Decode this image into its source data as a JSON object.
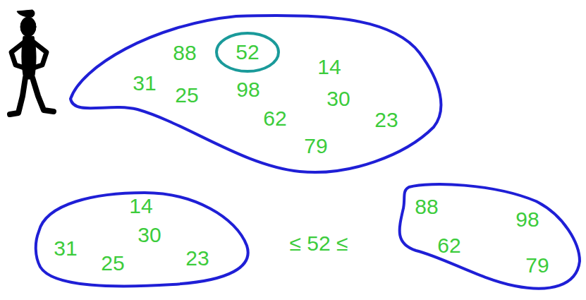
{
  "diagram": {
    "nodes": [
      {
        "text": [
          "88",
          "14",
          "31",
          "25",
          "98",
          "30",
          "62",
          "23",
          "79"
        ]
      },
      {
        "text": [
          "52"
        ],
        "in": 0
      },
      {
        "text": [
          "14",
          "30",
          "31",
          "25",
          "23"
        ]
      },
      {
        "text": [
          "88",
          "98",
          "62",
          "79"
        ]
      }
    ],
    "labels": [
      "≤ 52 ≤"
    ]
  }
}
